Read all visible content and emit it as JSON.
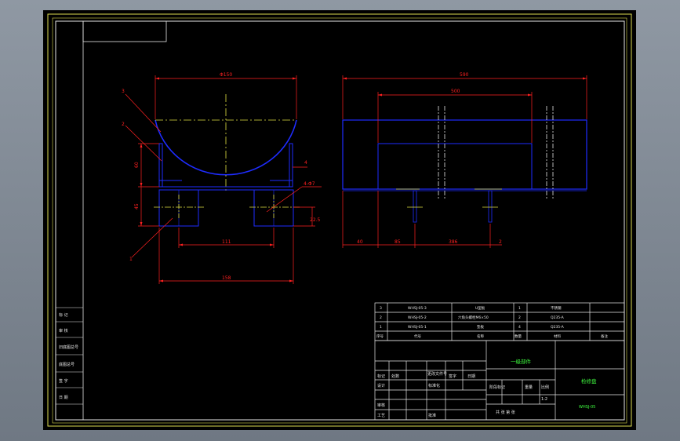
{
  "dimensions": {
    "top_diameter": "Φ150",
    "height_60": "60",
    "height_45": "45",
    "thickness_4": "4",
    "holes": "4-Φ7",
    "offset": "22.5",
    "center_span": "111",
    "base_width": "158",
    "overall_length": "590",
    "inner_length": "500",
    "left_margin": "40",
    "left_offset": "85",
    "span_386": "386",
    "right_gap": "2"
  },
  "part_labels": {
    "label_3": "3",
    "label_2": "2",
    "label_1": "1"
  },
  "side_table": [
    "标  记",
    "审  核",
    "旧底图总号",
    "底图总号",
    "签  字",
    "日  期"
  ],
  "bom": {
    "rows": [
      [
        "3",
        "WHSJ-05-3",
        "U型板",
        "1",
        "不锈钢"
      ],
      [
        "2",
        "WHSJ-05-2",
        "六角头螺栓M6×50",
        "2",
        "Q235-A"
      ],
      [
        "1",
        "WHSJ-05-1",
        "垫板",
        "4",
        "Q235-A"
      ]
    ],
    "header": [
      "序号",
      "代号",
      "名称",
      "数量",
      "材料",
      "备注"
    ]
  },
  "title_block": {
    "part_name": "一级部件",
    "drawing_name": "检修盘",
    "drawing_code": "WHSJ-05",
    "labels": {
      "mark": "标记",
      "count": "处数",
      "change_doc": "更改文件号",
      "sign": "签字",
      "date": "日期",
      "design": "设计",
      "standard": "标准化",
      "stage": "阶段标记",
      "weight": "重量",
      "scale": "比例",
      "review": "审核",
      "process": "工艺",
      "approve": "批准",
      "sheets": "共 张   第 张",
      "scale_value": "1:2"
    }
  },
  "colors": {
    "sheet": "#000000",
    "outer_frame": "#dcdc50",
    "inner_frame": "#e6e6e6",
    "object": "#1e2cff",
    "dimension": "#ff2020",
    "centerline": "#e0e040",
    "text_green": "#40ff40"
  }
}
